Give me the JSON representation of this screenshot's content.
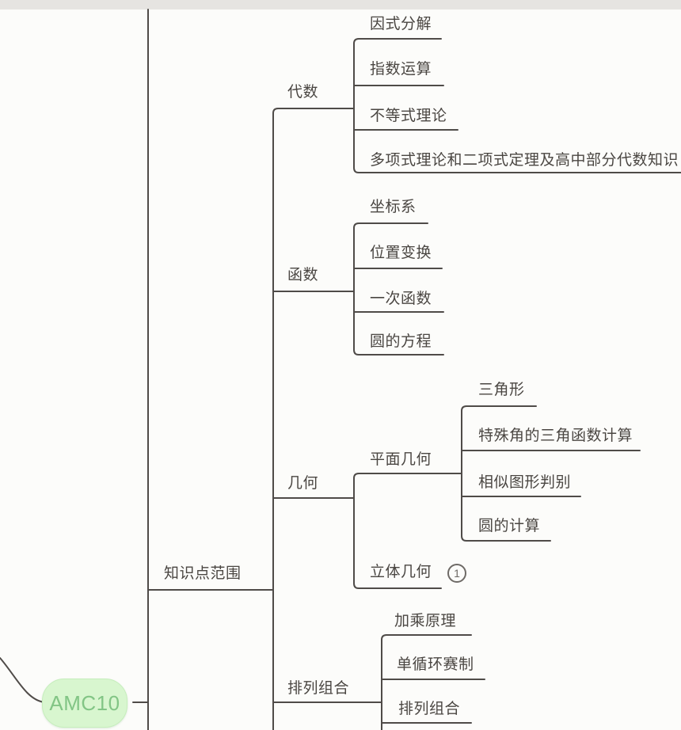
{
  "root": {
    "label": "AMC10"
  },
  "branches": {
    "scope": {
      "label": "知识点范围"
    },
    "algebra": {
      "label": "代数",
      "children": [
        "因式分解",
        "指数运算",
        "不等式理论",
        "多项式理论和二项式定理及高中部分代数知识"
      ]
    },
    "functions": {
      "label": "函数",
      "children": [
        "坐标系",
        "位置变换",
        "一次函数",
        "圆的方程"
      ]
    },
    "geometry": {
      "label": "几何"
    },
    "plane_geometry": {
      "label": "平面几何",
      "children": [
        "三角形",
        "特殊角的三角函数计算",
        "相似图形判别",
        "圆的计算"
      ]
    },
    "solid_geometry": {
      "label": "立体几何",
      "badge": "1"
    },
    "combinatorics": {
      "label": "排列组合",
      "children": [
        "加乘原理",
        "单循环赛制",
        "排列组合"
      ]
    }
  },
  "colors": {
    "background": "#fcfcfa",
    "top_bar": "#e6e4e1",
    "line": "#4f4b48",
    "text": "#4a4642",
    "root_fill": "#d8f6cf",
    "root_text": "#82c585"
  }
}
